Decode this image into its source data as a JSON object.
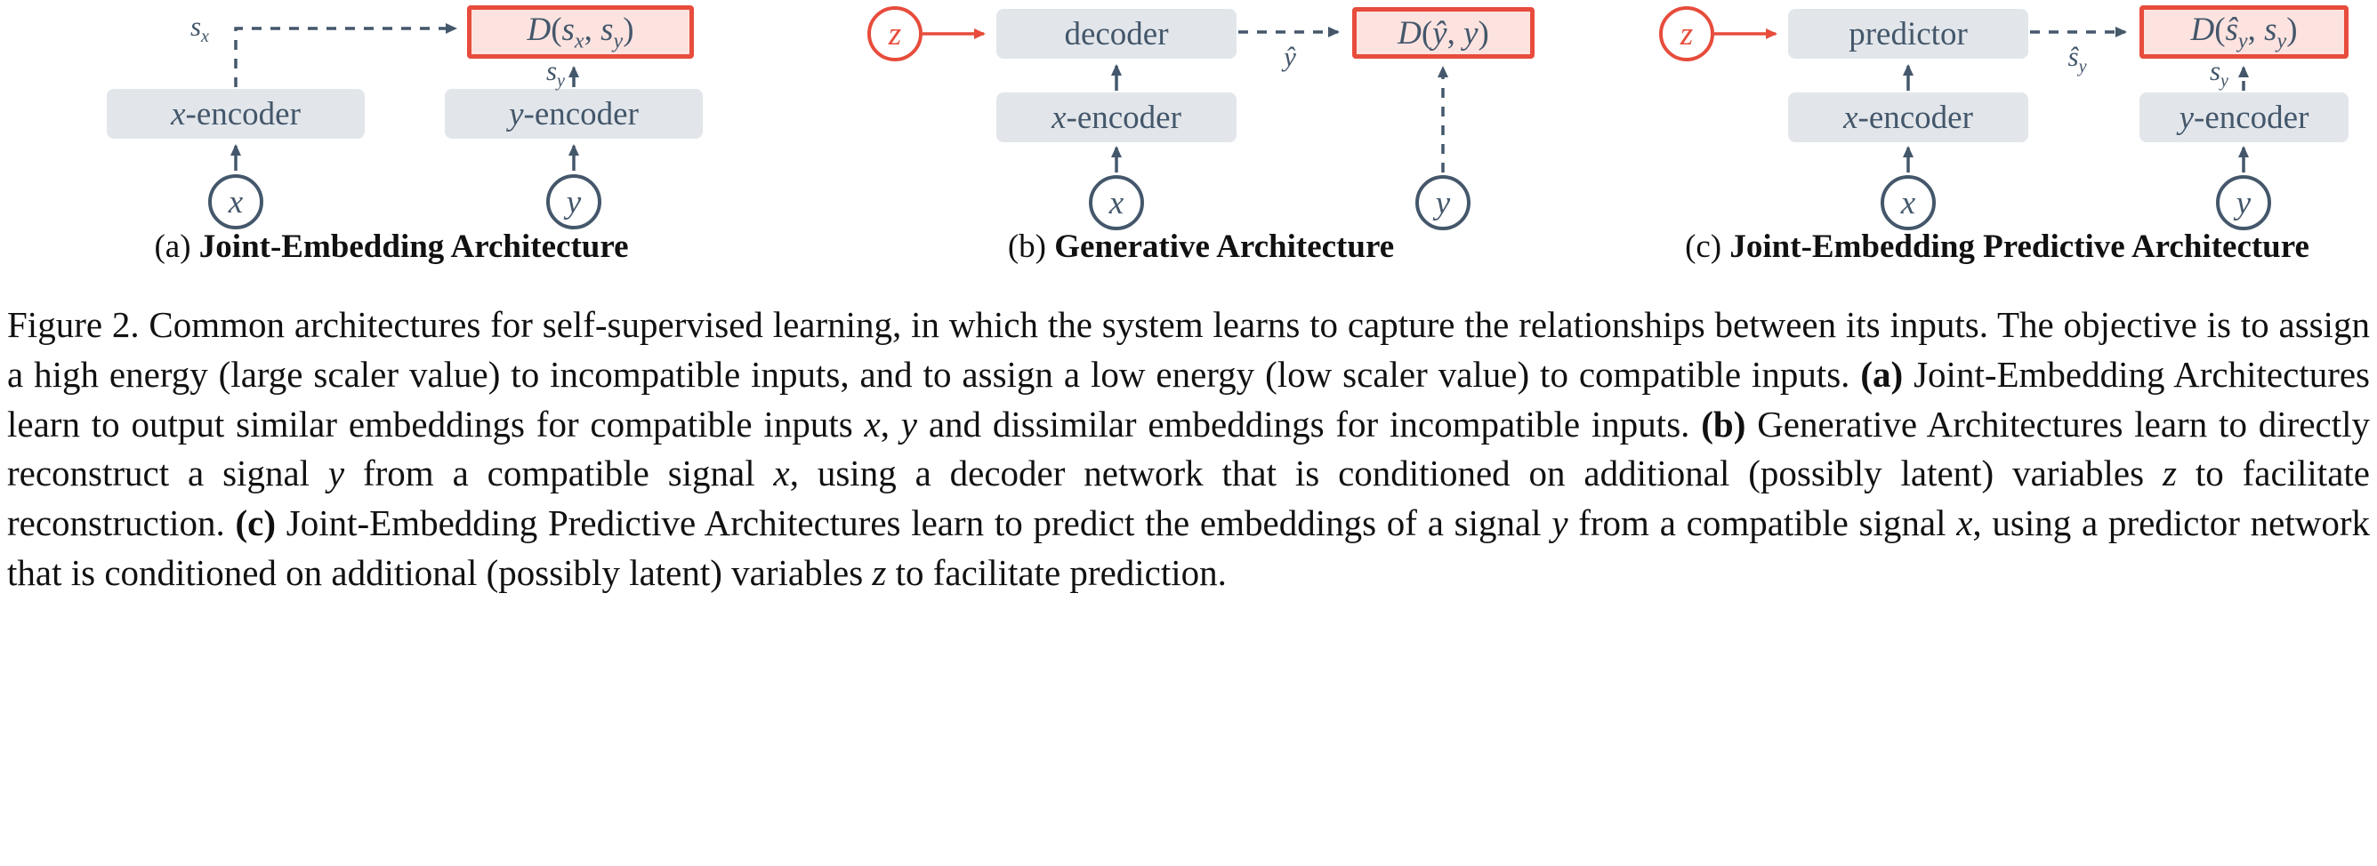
{
  "colors": {
    "red": "#e74c3c",
    "slate": "#44576b",
    "box-bg": "#e2e6ea",
    "d-fill": "#fde3e0",
    "text": "#111111"
  },
  "diagrams": {
    "a": {
      "caption": [
        {
          "t": "(a) ",
          "c": "n"
        },
        {
          "t": "Joint-Embedding Architecture",
          "c": "b"
        }
      ],
      "encoder_x": [
        {
          "t": "x",
          "c": "i"
        },
        {
          "t": "-encoder",
          "c": "n"
        }
      ],
      "encoder_y": [
        {
          "t": "y",
          "c": "i"
        },
        {
          "t": "-encoder",
          "c": "n"
        }
      ],
      "d_label": [
        {
          "t": "D",
          "c": "i"
        },
        {
          "t": "(",
          "c": "n"
        },
        {
          "t": "s",
          "c": "i"
        },
        {
          "t": "x",
          "c": "isub"
        },
        {
          "t": ", ",
          "c": "n"
        },
        {
          "t": "s",
          "c": "i"
        },
        {
          "t": "y",
          "c": "isub"
        },
        {
          "t": ")",
          "c": "n"
        }
      ],
      "s_x": [
        {
          "t": "s",
          "c": "i"
        },
        {
          "t": "x",
          "c": "isub"
        }
      ],
      "s_y": [
        {
          "t": "s",
          "c": "i"
        },
        {
          "t": "y",
          "c": "isub"
        }
      ],
      "input_x": [
        {
          "t": "x",
          "c": "i"
        }
      ],
      "input_y": [
        {
          "t": "y",
          "c": "i"
        }
      ]
    },
    "b": {
      "caption": [
        {
          "t": "(b) ",
          "c": "n"
        },
        {
          "t": "Generative Architecture",
          "c": "b"
        }
      ],
      "z": [
        {
          "t": "z",
          "c": "i"
        }
      ],
      "decoder": [
        {
          "t": "decoder",
          "c": "n"
        }
      ],
      "encoder_x": [
        {
          "t": "x",
          "c": "i"
        },
        {
          "t": "-encoder",
          "c": "n"
        }
      ],
      "y_hat": [
        {
          "t": "ŷ",
          "c": "i"
        }
      ],
      "d_label": [
        {
          "t": "D",
          "c": "i"
        },
        {
          "t": "(",
          "c": "n"
        },
        {
          "t": "ŷ",
          "c": "i"
        },
        {
          "t": ", ",
          "c": "n"
        },
        {
          "t": "y",
          "c": "i"
        },
        {
          "t": ")",
          "c": "n"
        }
      ],
      "input_x": [
        {
          "t": "x",
          "c": "i"
        }
      ],
      "input_y": [
        {
          "t": "y",
          "c": "i"
        }
      ]
    },
    "c": {
      "caption": [
        {
          "t": "(c) ",
          "c": "n"
        },
        {
          "t": "Joint-Embedding Predictive Architecture",
          "c": "b"
        }
      ],
      "z": [
        {
          "t": "z",
          "c": "i"
        }
      ],
      "predictor": [
        {
          "t": "predictor",
          "c": "n"
        }
      ],
      "encoder_x": [
        {
          "t": "x",
          "c": "i"
        },
        {
          "t": "-encoder",
          "c": "n"
        }
      ],
      "encoder_y": [
        {
          "t": "y",
          "c": "i"
        },
        {
          "t": "-encoder",
          "c": "n"
        }
      ],
      "s_hat_y": [
        {
          "t": "ŝ",
          "c": "i"
        },
        {
          "t": "y",
          "c": "isub"
        }
      ],
      "s_y": [
        {
          "t": "s",
          "c": "i"
        },
        {
          "t": "y",
          "c": "isub"
        }
      ],
      "d_label": [
        {
          "t": "D",
          "c": "i"
        },
        {
          "t": "(",
          "c": "n"
        },
        {
          "t": "ŝ",
          "c": "i"
        },
        {
          "t": "y",
          "c": "isub"
        },
        {
          "t": ", ",
          "c": "n"
        },
        {
          "t": "s",
          "c": "i"
        },
        {
          "t": "y",
          "c": "isub"
        },
        {
          "t": ")",
          "c": "n"
        }
      ],
      "input_x": [
        {
          "t": "x",
          "c": "i"
        }
      ],
      "input_y": [
        {
          "t": "y",
          "c": "i"
        }
      ]
    }
  },
  "caption": {
    "segments": [
      {
        "t": "Figure 2.  Common architectures for self-supervised learning, in which the system learns to capture the relationships between its inputs. The objective is to assign a high energy (large scaler value) to incompatible inputs, and to assign a low energy (low scaler value) to compatible inputs. ",
        "c": "n"
      },
      {
        "t": "(a)",
        "c": "b"
      },
      {
        "t": " Joint-Embedding Architectures learn to output similar embeddings for compatible inputs ",
        "c": "n"
      },
      {
        "t": "x",
        "c": "i"
      },
      {
        "t": ", ",
        "c": "n"
      },
      {
        "t": "y",
        "c": "i"
      },
      {
        "t": " and dissimilar embeddings for incompatible inputs. ",
        "c": "n"
      },
      {
        "t": "(b)",
        "c": "b"
      },
      {
        "t": " Generative Architectures learn to directly reconstruct a signal ",
        "c": "n"
      },
      {
        "t": "y",
        "c": "i"
      },
      {
        "t": " from a compatible signal ",
        "c": "n"
      },
      {
        "t": "x",
        "c": "i"
      },
      {
        "t": ", using a decoder network that is conditioned on additional (possibly latent) variables ",
        "c": "n"
      },
      {
        "t": "z",
        "c": "i"
      },
      {
        "t": " to facilitate reconstruction. ",
        "c": "n"
      },
      {
        "t": "(c)",
        "c": "b"
      },
      {
        "t": " Joint-Embedding Predictive Architectures learn to predict the embeddings of a signal ",
        "c": "n"
      },
      {
        "t": "y",
        "c": "i"
      },
      {
        "t": " from a compatible signal ",
        "c": "n"
      },
      {
        "t": "x",
        "c": "i"
      },
      {
        "t": ", using a predictor network that is conditioned on additional (possibly latent) variables ",
        "c": "n"
      },
      {
        "t": "z",
        "c": "i"
      },
      {
        "t": " to facilitate prediction.",
        "c": "n"
      }
    ]
  }
}
